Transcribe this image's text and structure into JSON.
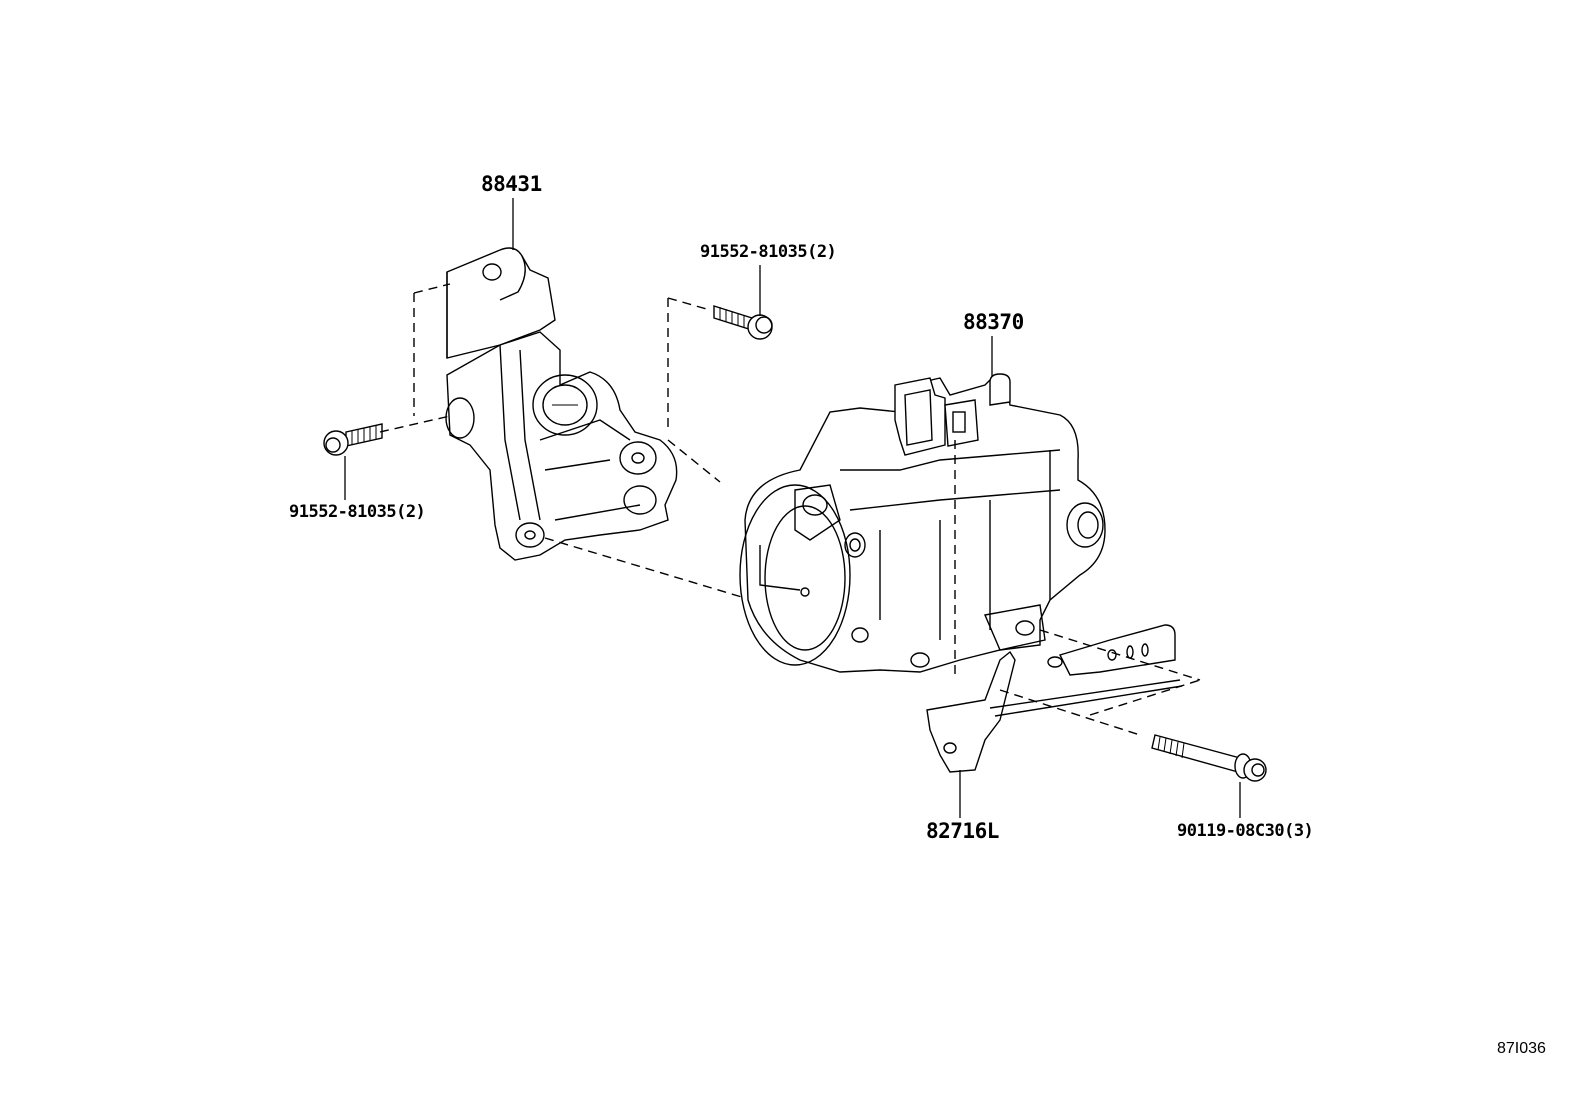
{
  "diagram": {
    "parts": [
      {
        "id": "bracket",
        "label": "88431"
      },
      {
        "id": "bolt_upper",
        "label": "91552-81035(2)"
      },
      {
        "id": "bolt_left",
        "label": "91552-81035(2)"
      },
      {
        "id": "compressor",
        "label": "88370"
      },
      {
        "id": "stay",
        "label": "82716L"
      },
      {
        "id": "bolt_long",
        "label": "90119-08C30(3)"
      }
    ],
    "figure_code": "87I036"
  }
}
